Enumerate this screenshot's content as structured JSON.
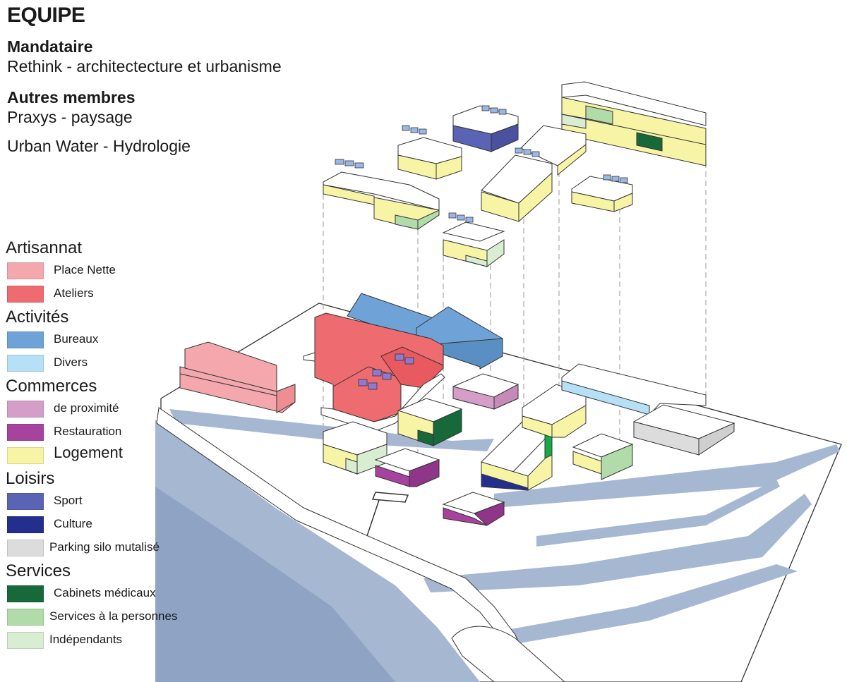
{
  "team": {
    "title": "EQUIPE",
    "lead_heading": "Mandataire",
    "lead": "Rethink - architectecture et urbanisme",
    "others_heading": "Autres membres",
    "others": [
      "Praxys - paysage",
      "Urban Water - Hydrologie"
    ]
  },
  "legend": [
    {
      "category": "Artisannat",
      "items": [
        {
          "label": "Place Nette",
          "color": "#f4a7ad"
        },
        {
          "label": "Ateliers",
          "color": "#ee6b70"
        }
      ]
    },
    {
      "category": "Activités",
      "items": [
        {
          "label": "Bureaux",
          "color": "#6fa3d8"
        },
        {
          "label": "Divers",
          "color": "#b5e0f5"
        }
      ]
    },
    {
      "category": "Commerces",
      "items": [
        {
          "label": "de proximité",
          "color": "#d59ec8"
        },
        {
          "label": "Restauration",
          "color": "#a7429e"
        },
        {
          "label": "Logement",
          "color": "#f8f4a6"
        }
      ]
    },
    {
      "category": "Loisirs",
      "items": [
        {
          "label": "Sport",
          "color": "#5b63b4"
        },
        {
          "label": "Culture",
          "color": "#242e8e"
        },
        {
          "label": "Parking silo mutalisé",
          "color": "#dcdcdc"
        }
      ]
    },
    {
      "category": "Services",
      "items": [
        {
          "label": "Cabinets médicaux",
          "color": "#17693a"
        },
        {
          "label": "Services à la personnes",
          "color": "#b1dba8"
        },
        {
          "label": "Indépendants",
          "color": "#d9edd2"
        }
      ]
    }
  ],
  "colors": {
    "water": "#a5b7d1",
    "water_dark": "#8fa4c4",
    "outline": "#333333",
    "stilt": "#b0b0b0"
  }
}
